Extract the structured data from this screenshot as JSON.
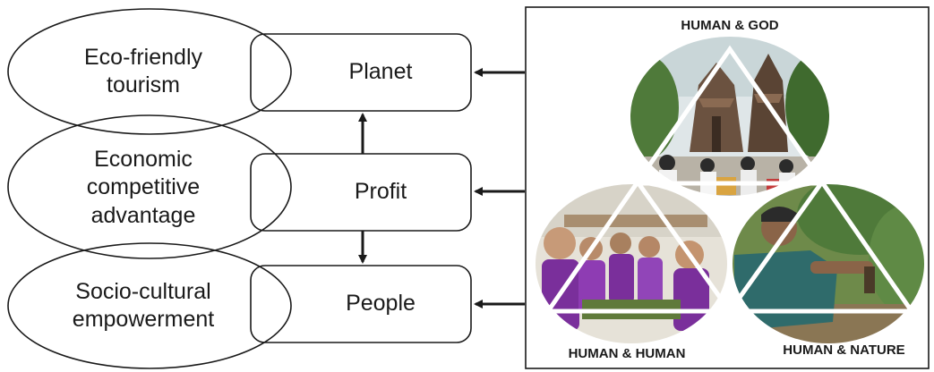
{
  "ellipses": [
    {
      "id": "planet-value",
      "text": "Eco-friendly\ntourism"
    },
    {
      "id": "profit-value",
      "text": "Economic\ncompetitive\nadvantage"
    },
    {
      "id": "people-value",
      "text": "Socio-cultural\nempowerment"
    }
  ],
  "boxes": [
    {
      "id": "planet",
      "label": "Planet"
    },
    {
      "id": "profit",
      "label": "Profit"
    },
    {
      "id": "people",
      "label": "People"
    }
  ],
  "photo_panel": {
    "labels": {
      "top": "HUMAN & GOD",
      "bottom_left": "HUMAN & HUMAN",
      "bottom_right": "HUMAN & NATURE"
    }
  },
  "colors": {
    "stroke": "#1a1a1a",
    "foliage": "#4f7a3a",
    "temple": "#6b5240",
    "purple": "#7a2f9b",
    "teal": "#2f6b6b",
    "sky": "#e8eef0"
  }
}
